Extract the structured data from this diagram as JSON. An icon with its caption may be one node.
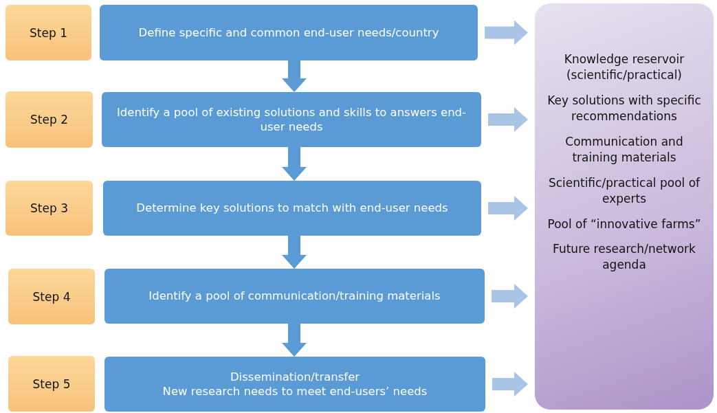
{
  "diagram": {
    "nodes": [
      {
        "text": [
          "Step 1"
        ]
      },
      {
        "text": [
          "Step 2"
        ]
      },
      {
        "text": [
          "Step 3"
        ]
      },
      {
        "text": [
          "Step 4"
        ]
      },
      {
        "text": [
          "Step 5"
        ]
      },
      {
        "text": [
          "Define specific and common end-user needs/country"
        ]
      },
      {
        "text": [
          "Identify a pool of existing solutions and skills to answers end-user needs"
        ]
      },
      {
        "text": [
          "Determine key solutions to match with end-user needs"
        ]
      },
      {
        "text": [
          "Identify a pool of communication/training materials"
        ]
      },
      {
        "text": [
          "Dissemination/transfer",
          "New research needs to meet end-users’ needs"
        ]
      },
      {
        "text": [
          "Knowledge reservoir (scientific/practical)",
          "Key solutions with specific recommendations",
          "Communication and training materials",
          "Scientific/practical pool of experts",
          "Pool of “innovative farms”",
          "Future research/network agenda"
        ]
      }
    ],
    "edges": [
      {
        "from": 5,
        "to": 6,
        "arrow": "to",
        "color": "#5b9bd5"
      },
      {
        "from": 6,
        "to": 7,
        "arrow": "to",
        "color": "#5b9bd5"
      },
      {
        "from": 7,
        "to": 8,
        "arrow": "to",
        "color": "#5b9bd5"
      },
      {
        "from": 8,
        "to": 9,
        "arrow": "to",
        "color": "#5b9bd5"
      },
      {
        "from": 5,
        "to": 10,
        "arrow": "to"
      },
      {
        "from": 6,
        "to": 10,
        "arrow": "to"
      },
      {
        "from": 7,
        "to": 10,
        "arrow": "to"
      },
      {
        "from": 8,
        "to": 10,
        "arrow": "to"
      },
      {
        "from": 9,
        "to": 10,
        "arrow": "to"
      }
    ]
  }
}
